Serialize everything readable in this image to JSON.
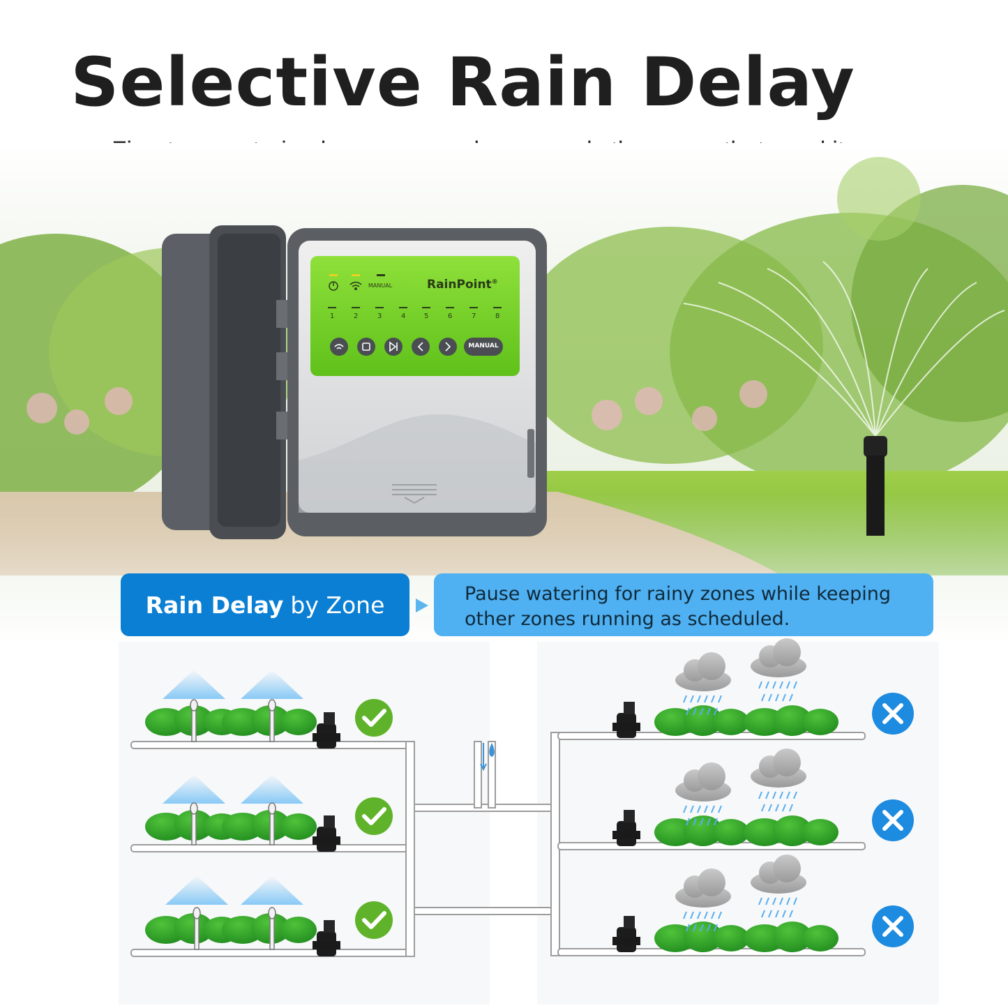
{
  "header": {
    "title": "Selective Rain Delay",
    "subtitle": "Fine-tune watering by season and pause only the zones that need it."
  },
  "controller": {
    "brand": "RainPoint",
    "registered": "®",
    "manual_indicator": "MANUAL",
    "manual_button": "MANUAL",
    "zones": [
      "1",
      "2",
      "3",
      "4",
      "5",
      "6",
      "7",
      "8"
    ]
  },
  "callout": {
    "badge_bold": "Rain Delay",
    "badge_rest": "by Zone",
    "description_line1": "Pause watering for rainy zones  while keeping",
    "description_line2": "other zones  running as scheduled."
  },
  "colors": {
    "badge_dark": "#0b7fd3",
    "badge_light": "#4fb0f2",
    "panel_green": "#7ed321",
    "check_green": "#5fb32a",
    "cross_blue": "#1c8be0"
  },
  "zones": {
    "left": [
      {
        "status": "watering",
        "icon": "check-icon"
      },
      {
        "status": "watering",
        "icon": "check-icon"
      },
      {
        "status": "watering",
        "icon": "check-icon"
      }
    ],
    "right": [
      {
        "status": "rain-delayed",
        "icon": "cross-icon"
      },
      {
        "status": "rain-delayed",
        "icon": "cross-icon"
      },
      {
        "status": "rain-delayed",
        "icon": "cross-icon"
      }
    ]
  }
}
